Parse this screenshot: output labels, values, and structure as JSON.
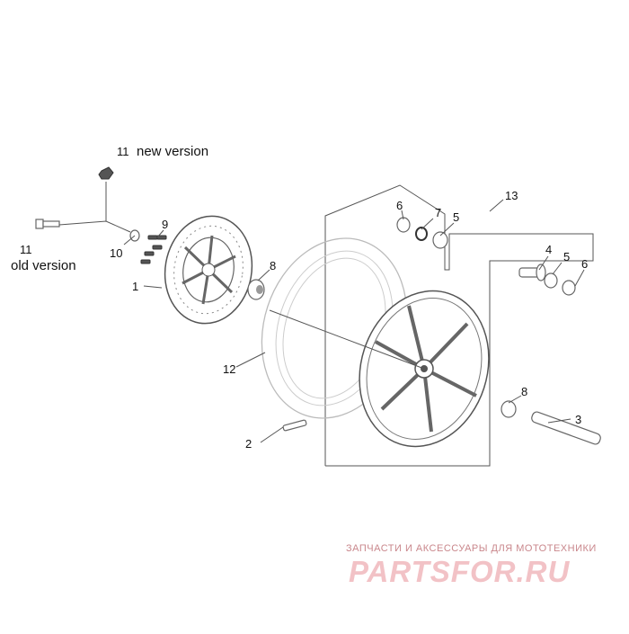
{
  "callouts": {
    "disc": "1",
    "valve": "2",
    "axle": "3",
    "spacer_4": "4",
    "bearing_5_top": "5",
    "bearing_5_right": "5",
    "ring_6_top": "6",
    "ring_6_right": "6",
    "circlip": "7",
    "spacer_8_left": "8",
    "spacer_8_right": "8",
    "screw": "9",
    "washer": "10",
    "bolt_new": "11",
    "bolt_old": "11",
    "tyre": "12",
    "wheel_assembly": "13"
  },
  "versions": {
    "new": "new version",
    "old": "old version"
  },
  "watermark": {
    "caption": "ЗАПЧАСТИ И АКСЕССУАРЫ ДЛЯ МОТОТЕХНИКИ",
    "logo": "PARTSFOR.RU"
  },
  "colors": {
    "line": "#555555",
    "watermark": "#f2c2c6"
  }
}
